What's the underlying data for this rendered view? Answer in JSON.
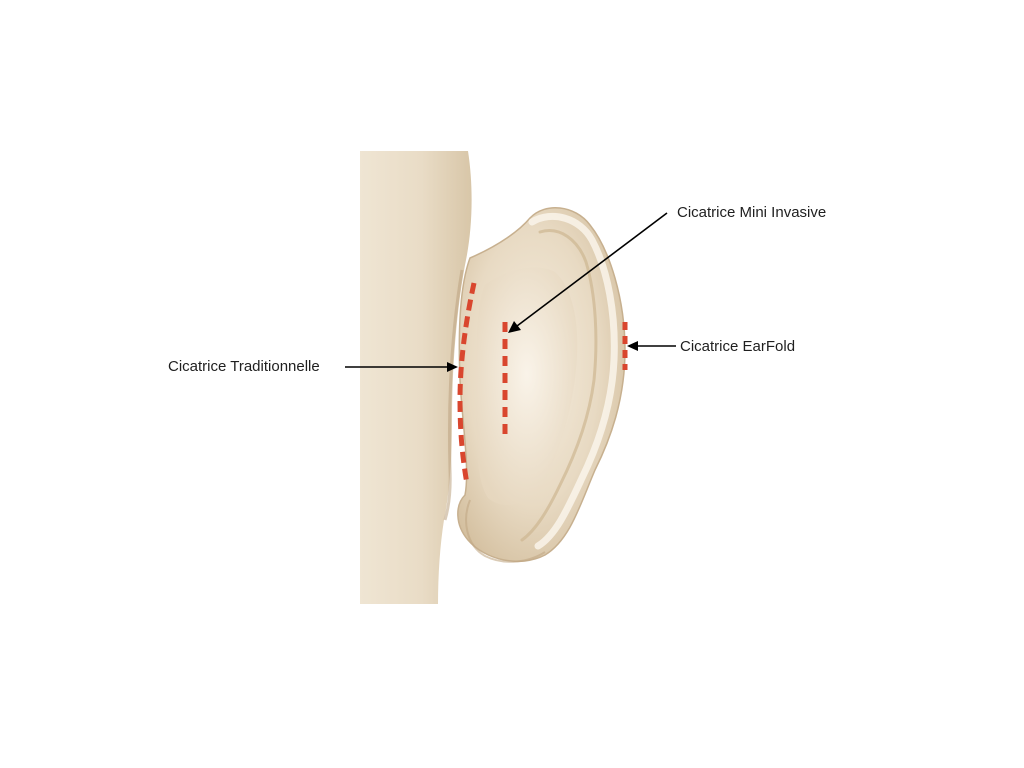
{
  "callouts": {
    "traditional": {
      "label": "Cicatrice Traditionnelle"
    },
    "mini_invasive": {
      "label": "Cicatrice Mini Invasive"
    },
    "earfold": {
      "label": "Cicatrice EarFold"
    }
  },
  "colors": {
    "skin_light": "#f2e8d8",
    "skin_mid": "#e3d3bb",
    "skin_shadow": "#c9b393",
    "incision": "#d9462e",
    "pointer": "#000000"
  }
}
